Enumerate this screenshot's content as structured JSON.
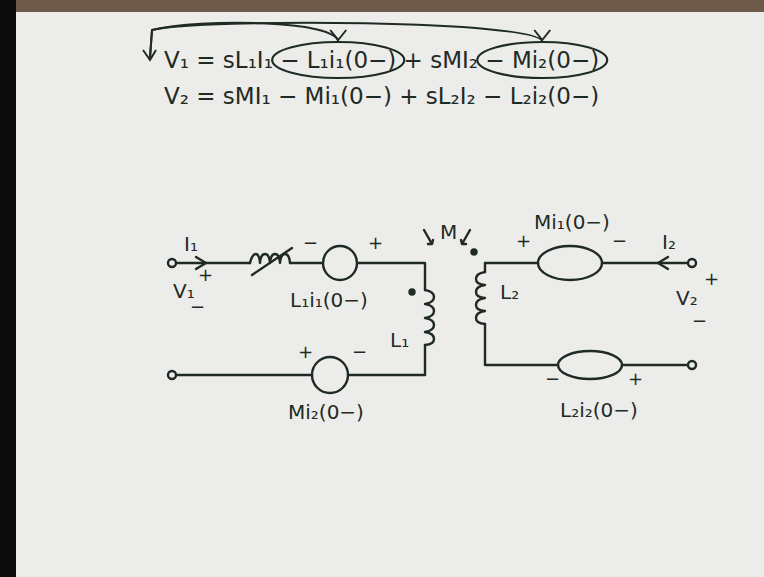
{
  "diagram": {
    "labels": [
      "V₁ = sL₁I₁ − L₁i₁(0−) + sMI₂ − Mi₂(0−)",
      "V₂ = sMI₁ − Mi₁(0−) + sL₂I₂ − L₂i₂(0−)",
      "I₁",
      "V₁",
      "+",
      "−",
      "−",
      "+",
      "L₁i₁(0−)",
      "M",
      "L₁",
      "L₂",
      "Mi₁(0−)",
      "+",
      "−",
      "I₂",
      "V₂",
      "+",
      "−",
      "+",
      "−",
      "Mi₂(0−)",
      "−",
      "+",
      "L₂i₂(0−)"
    ]
  }
}
